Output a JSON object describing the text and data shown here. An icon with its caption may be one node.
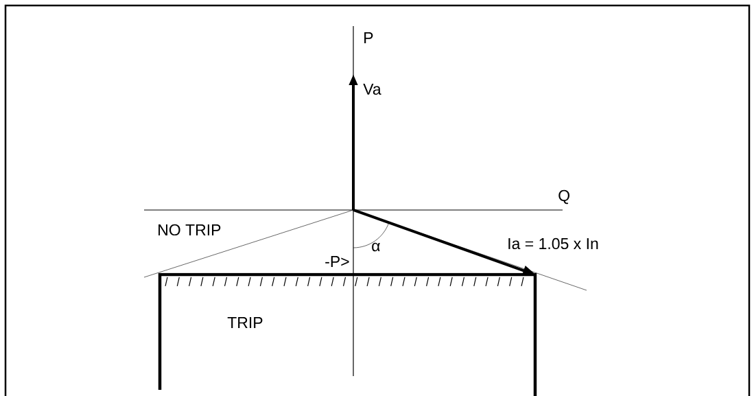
{
  "diagram": {
    "labels": [
      "P",
      "Va",
      "Q",
      "NO TRIP",
      "α",
      "Ia = 1.05 x In",
      "-P>",
      "TRIP"
    ]
  }
}
